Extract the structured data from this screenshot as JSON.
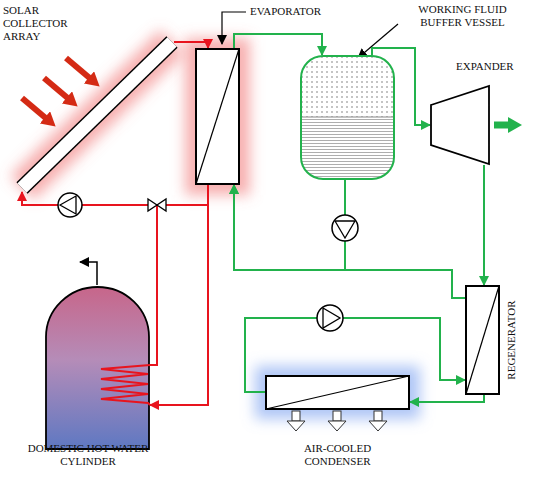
{
  "diagram": {
    "nodes": [
      {
        "text": [
          "SOLAR COLLECTOR ARRAY"
        ]
      },
      {
        "text": [
          "EVAPORATOR"
        ]
      },
      {
        "text": [
          "WORKING FLUID BUFFER VESSEL"
        ]
      },
      {
        "text": [
          "EXPANDER"
        ]
      },
      {
        "text": [
          "REGENERATOR"
        ]
      },
      {
        "text": [
          "DOMESTIC HOT WATER CYLINDER"
        ]
      },
      {
        "text": [
          "AIR-COOLED CONDENSER"
        ]
      }
    ],
    "edges": [
      {
        "from": 0,
        "to": 1,
        "arrow": "to"
      },
      {
        "from": 1,
        "to": 5,
        "arrow": "to"
      },
      {
        "from": 5,
        "to": 0,
        "arrow": "to"
      },
      {
        "from": 1,
        "to": 0,
        "arrow": "none"
      },
      {
        "from": 1,
        "to": 2,
        "arrow": "to"
      },
      {
        "from": 2,
        "to": 3,
        "arrow": "to"
      },
      {
        "from": 3,
        "to": 4,
        "arrow": "to"
      },
      {
        "from": 4,
        "to": 6,
        "arrow": "to"
      },
      {
        "from": 6,
        "to": 4,
        "arrow": "to"
      },
      {
        "from": 4,
        "to": 1,
        "arrow": "to"
      },
      {
        "from": 2,
        "to": 1,
        "arrow": "to"
      }
    ]
  }
}
